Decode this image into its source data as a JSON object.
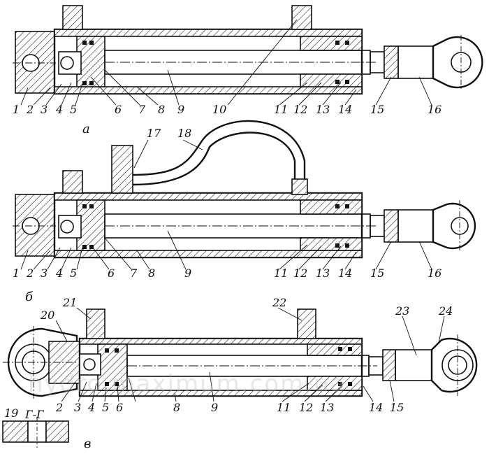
{
  "diagram": {
    "views": [
      {
        "id": "a",
        "caption": "а",
        "labels": [
          "1",
          "2",
          "3",
          "4",
          "5",
          "6",
          "7",
          "8",
          "9",
          "10",
          "11",
          "12",
          "13",
          "14",
          "15",
          "16"
        ]
      },
      {
        "id": "b",
        "caption": "б",
        "labels": [
          "1",
          "2",
          "3",
          "4",
          "5",
          "6",
          "7",
          "8",
          "9",
          "11",
          "12",
          "13",
          "14",
          "15",
          "16",
          "17",
          "18"
        ]
      },
      {
        "id": "v",
        "caption": "в",
        "labels": [
          "2",
          "3",
          "4",
          "5",
          "6",
          "8",
          "9",
          "11",
          "12",
          "13",
          "14",
          "15",
          "19",
          "20",
          "21",
          "22",
          "23",
          "24"
        ]
      }
    ],
    "section_label": "Г-Г",
    "watermark": "hydro.maximum.com.ua"
  }
}
